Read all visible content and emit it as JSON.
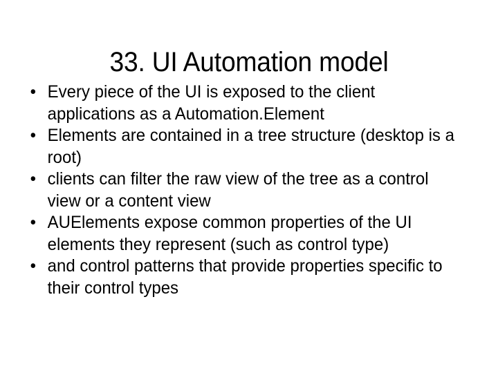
{
  "slide": {
    "title": "33. UI Automation model",
    "bullet_marker": "•",
    "background_color": "#ffffff",
    "text_color": "#000000",
    "bullets": [
      {
        "text": "Every piece of the UI is exposed to the client applications as a Automation.Element"
      },
      {
        "text": "Elements are contained in a tree structure (desktop is a root)"
      },
      {
        "text": "clients can filter the raw view of the tree as a control view or a content view"
      },
      {
        "text": "AUElements expose common properties of the UI elements they represent (such as control type)"
      },
      {
        "text": "and control patterns that provide properties specific to their control types"
      }
    ]
  }
}
